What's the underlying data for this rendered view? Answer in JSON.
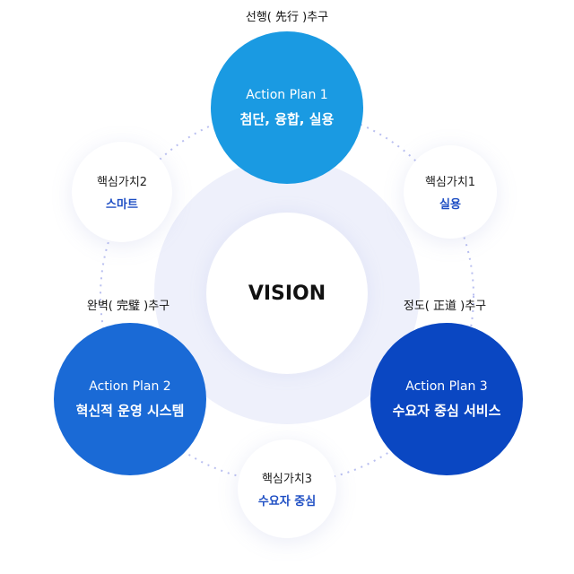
{
  "center": {
    "label": "VISION"
  },
  "plans": [
    {
      "title": "Action Plan 1",
      "subtitle": "첨단, 융합, 실용",
      "caption": "선행( 先行 )추구",
      "color": "#1a9ae2"
    },
    {
      "title": "Action Plan 2",
      "subtitle": "혁신적 운영 시스템",
      "caption": "완벽( 完璧 )추구",
      "color": "#1a6ad6"
    },
    {
      "title": "Action Plan 3",
      "subtitle": "수요자 중심 서비스",
      "caption": "정도( 正道 )추구",
      "color": "#0a47c2"
    }
  ],
  "values": [
    {
      "title": "핵심가치1",
      "value": "실용"
    },
    {
      "title": "핵심가치2",
      "value": "스마트"
    },
    {
      "title": "핵심가치3",
      "value": "수요자 중심"
    }
  ]
}
